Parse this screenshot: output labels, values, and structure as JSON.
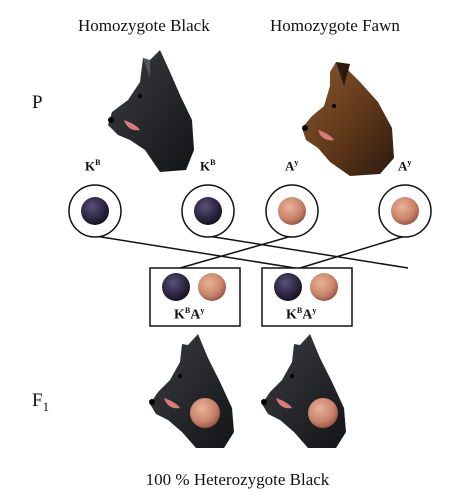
{
  "header": {
    "left_title": "Homozygote Black",
    "right_title": "Homozygote Fawn"
  },
  "generations": {
    "parent": "P",
    "f1_letter": "F",
    "f1_sub": "1"
  },
  "alleles": {
    "black": {
      "base": "K",
      "sup": "B"
    },
    "fawn": {
      "base": "A",
      "sup": "y"
    }
  },
  "footer": "100 % Heterozygote Black",
  "colors": {
    "black_allele": "#2a2440",
    "fawn_allele": "#c8826a",
    "black_dog": "#1e1f22",
    "fawn_dog": "#6b3f22",
    "line": "#111111"
  },
  "icons": [
    "black-dog-head-icon",
    "fawn-dog-head-icon",
    "black-allele-ball-icon",
    "fawn-allele-ball-icon"
  ]
}
